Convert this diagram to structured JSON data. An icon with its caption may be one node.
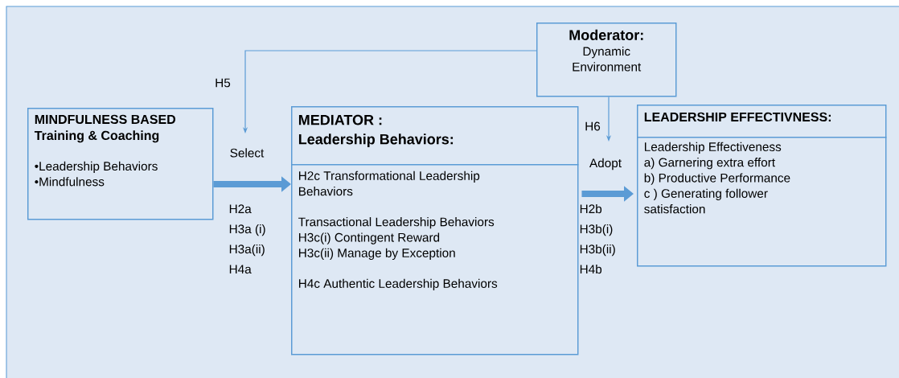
{
  "diagram": {
    "nodes": [
      {
        "text": [
          "MINDFULNESS BASED Training & Coaching",
          "•Leadership Behaviors",
          "•Mindfulness"
        ]
      },
      {
        "text": [
          "MEDIATOR :",
          "Leadership Behaviors:"
        ]
      },
      {
        "text": [
          "H2c Transformational Leadership Behaviors",
          "Transactional Leadership Behaviors",
          "H3c(i)  Contingent Reward",
          "H3c(ii) Manage by Exception",
          "H4c Authentic Leadership Behaviors"
        ]
      },
      {
        "text": [
          "Moderator:",
          "Dynamic Environment"
        ]
      },
      {
        "text": [
          "LEADERSHIP EFFECTIVNESS:"
        ]
      },
      {
        "text": [
          "Leadership Effectiveness",
          "a) Garnering extra effort",
          "b) Productive Performance",
          "c ) Generating follower satisfaction"
        ]
      }
    ],
    "edges": [
      {
        "from": 0,
        "to": 2,
        "arrow": "to",
        "style": "thick"
      },
      {
        "from": 2,
        "to": 5,
        "arrow": "to",
        "style": "thick"
      },
      {
        "from": 3,
        "to": null,
        "arrow": "to",
        "label": "H5"
      },
      {
        "from": 3,
        "to": null,
        "arrow": "to",
        "label": "H6"
      }
    ],
    "labels": [
      "Select",
      "H2a",
      "H3a (i)",
      "H3a(ii)",
      "H4a",
      "Adopt",
      "H2b",
      "H3b(i)",
      "H3b(ii)",
      "H4b"
    ]
  }
}
